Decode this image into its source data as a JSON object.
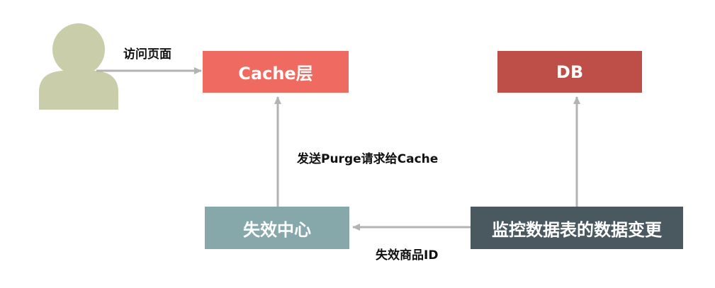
{
  "colors": {
    "user": "#c9cda9",
    "cache": "#ef6b62",
    "db": "#bd4f48",
    "invalidation_center": "#86a8ab",
    "monitor": "#49595f",
    "arrow": "#b3b3b3"
  },
  "icons": {
    "user": "user-silhouette-icon"
  },
  "nodes": {
    "cache": "Cache层",
    "db": "DB",
    "invalidation_center": "失效中心",
    "monitor": "监控数据表的数据变更"
  },
  "edges": {
    "user_to_cache": "访问页面",
    "center_to_cache": "发送Purge请求给Cache",
    "monitor_to_center": "失效商品ID"
  }
}
